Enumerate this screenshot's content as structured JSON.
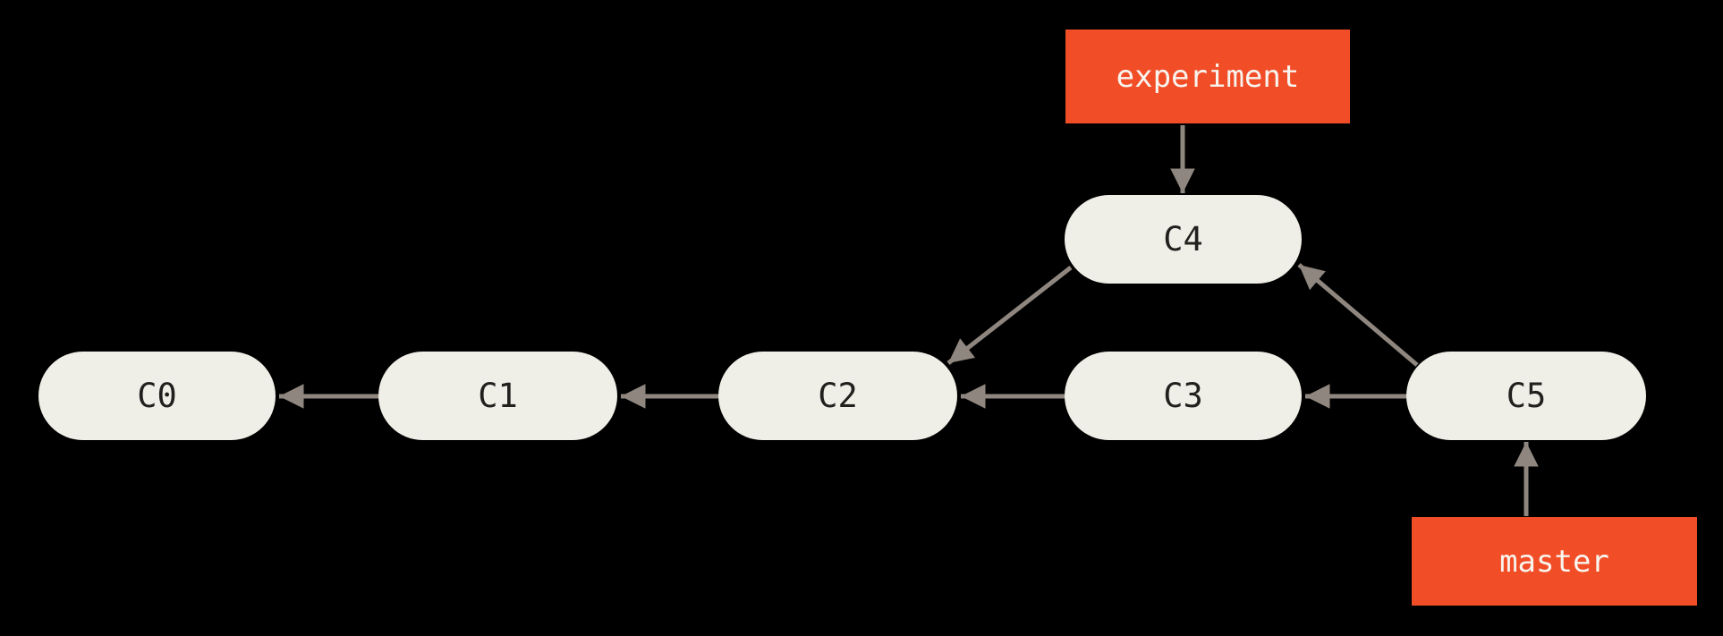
{
  "diagram": {
    "type": "git-commit-graph",
    "background_color": "#000000",
    "colors": {
      "commit_fill": "#F0EFE7",
      "commit_text": "#21201E",
      "branch_fill": "#F14E28",
      "branch_text": "#F8F4EE",
      "arrow": "#8F877F"
    },
    "commits": [
      {
        "label": "C0"
      },
      {
        "label": "C1"
      },
      {
        "label": "C2"
      },
      {
        "label": "C3"
      },
      {
        "label": "C4"
      },
      {
        "label": "C5"
      }
    ],
    "branches": [
      {
        "label": "experiment",
        "points_to": "C4"
      },
      {
        "label": "master",
        "points_to": "C5"
      }
    ],
    "edges": [
      {
        "from": "C1",
        "to": "C0"
      },
      {
        "from": "C2",
        "to": "C1"
      },
      {
        "from": "C3",
        "to": "C2"
      },
      {
        "from": "C4",
        "to": "C2"
      },
      {
        "from": "C5",
        "to": "C3"
      },
      {
        "from": "C5",
        "to": "C4"
      },
      {
        "from": "experiment",
        "to": "C4"
      },
      {
        "from": "master",
        "to": "C5"
      }
    ]
  }
}
